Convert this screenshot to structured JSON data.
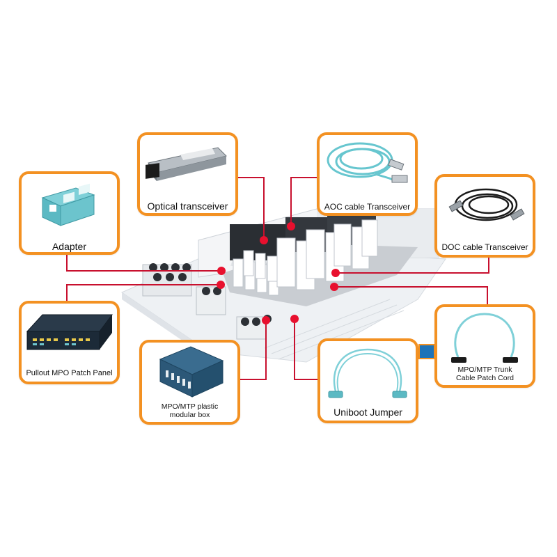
{
  "colors": {
    "accent_border": "#f39122",
    "connector_line": "#c8102e",
    "connector_dot": "#e8102e",
    "cable_aqua": "#67c6cf",
    "cable_black": "#1a1a1a"
  },
  "callouts": {
    "optical_transceiver": {
      "label": "Optical transceiver",
      "icon": "sfp-module-icon"
    },
    "aoc_cable": {
      "label": "AOC cable Transceiver",
      "icon": "aoc-cable-icon"
    },
    "adapter": {
      "label": "Adapter",
      "icon": "fiber-adapter-icon"
    },
    "doc_cable": {
      "label": "DOC cable Transceiver",
      "icon": "dac-cable-icon"
    },
    "pullout_panel": {
      "label": "Pullout MPO Patch Panel",
      "icon": "patch-panel-icon"
    },
    "mpo_box": {
      "label_line1": "MPO/MTP plastic",
      "label_line2": "modular box",
      "icon": "modular-box-icon"
    },
    "uniboot_jumper": {
      "label": "Uniboot Jumper",
      "icon": "uniboot-jumper-icon"
    },
    "mpo_trunk": {
      "label_line1": "MPO/MTP Trunk",
      "label_line2": "Cable Patch Cord",
      "icon": "trunk-cable-icon"
    }
  },
  "center_illustration": {
    "icon": "data-center-illustration"
  }
}
